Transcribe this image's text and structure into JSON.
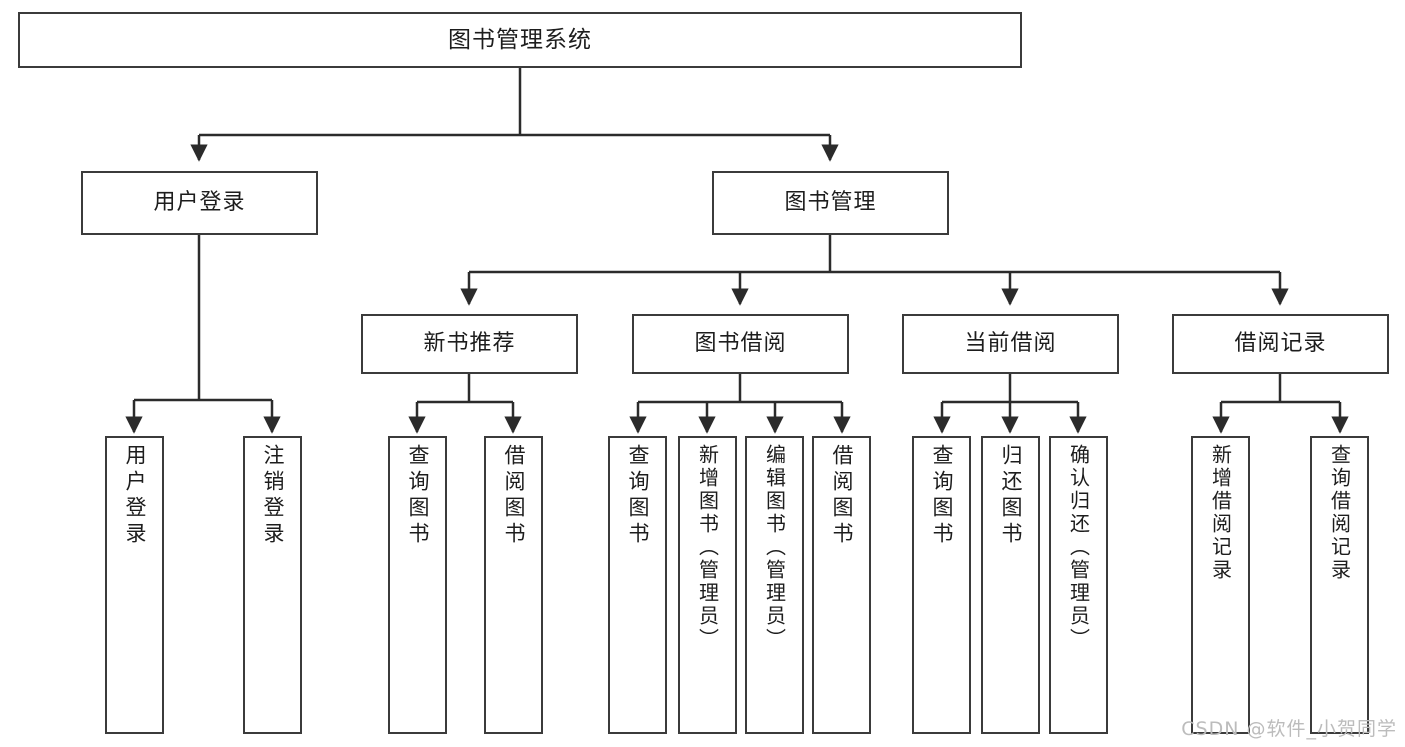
{
  "diagram": {
    "title": "图书管理系统",
    "watermark": "CSDN @软件_小贺同学",
    "colors": {
      "box_border": "#3b3b3b",
      "line": "#2b2b2b",
      "background": "#ffffff",
      "text": "#1d1d1d",
      "watermark": "#bcbcbc"
    },
    "root": {
      "label": "图书管理系统"
    },
    "level2": [
      {
        "label": "用户登录"
      },
      {
        "label": "图书管理"
      }
    ],
    "level3": [
      {
        "label": "新书推荐"
      },
      {
        "label": "图书借阅"
      },
      {
        "label": "当前借阅"
      },
      {
        "label": "借阅记录"
      }
    ],
    "leaves": {
      "user_login": [
        {
          "label": "用户登录"
        },
        {
          "label": "注销登录"
        }
      ],
      "new_book_recommend": [
        {
          "label": "查询图书"
        },
        {
          "label": "借阅图书"
        }
      ],
      "book_borrow": [
        {
          "label": "查询图书"
        },
        {
          "label": "新增图书（管理员）"
        },
        {
          "label": "编辑图书（管理员）"
        },
        {
          "label": "借阅图书"
        }
      ],
      "current_borrow": [
        {
          "label": "查询图书"
        },
        {
          "label": "归还图书"
        },
        {
          "label": "确认归还（管理员）"
        }
      ],
      "borrow_record": [
        {
          "label": "新增借阅记录"
        },
        {
          "label": "查询借阅记录"
        }
      ]
    }
  }
}
